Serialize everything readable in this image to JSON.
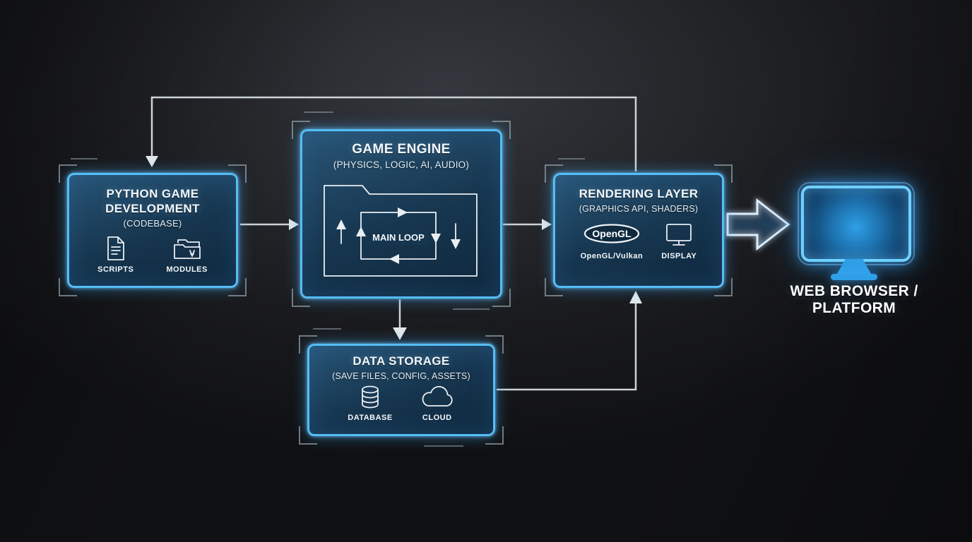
{
  "nodes": {
    "python": {
      "title": "PYTHON GAME DEVELOPMENT",
      "subtitle": "(CODEBASE)",
      "items": [
        {
          "label": "SCRIPTS",
          "icon": "document-icon"
        },
        {
          "label": "MODULES",
          "icon": "folder-icon"
        }
      ]
    },
    "engine": {
      "title": "GAME ENGINE",
      "subtitle": "(PHYSICS, LOGIC, AI, AUDIO)",
      "loop_label": "MAIN LOOP"
    },
    "rendering": {
      "title": "RENDERING LAYER",
      "subtitle": "(GRAPHICS API, SHADERS)",
      "opengl_logo_text": "OpenGL",
      "items": [
        {
          "label": "OpenGL/Vulkan",
          "icon": "opengl-logo"
        },
        {
          "label": "DISPLAY",
          "icon": "monitor-icon"
        }
      ]
    },
    "storage": {
      "title": "DATA STORAGE",
      "subtitle": "(SAVE FILES, CONFIG, ASSETS)",
      "items": [
        {
          "label": "DATABASE",
          "icon": "database-icon"
        },
        {
          "label": "CLOUD",
          "icon": "cloud-icon"
        }
      ]
    },
    "output": {
      "line1": "WEB BROWSER /",
      "line2": "PLATFORM"
    }
  },
  "edges": [
    {
      "from": "PYTHON GAME DEVELOPMENT",
      "to": "GAME ENGINE"
    },
    {
      "from": "GAME ENGINE",
      "to": "RENDERING LAYER"
    },
    {
      "from": "GAME ENGINE",
      "to": "DATA STORAGE"
    },
    {
      "from": "DATA STORAGE",
      "to": "RENDERING LAYER"
    },
    {
      "from": "RENDERING LAYER",
      "to": "PYTHON GAME DEVELOPMENT"
    },
    {
      "from": "RENDERING LAYER",
      "to": "WEB BROWSER / PLATFORM"
    }
  ],
  "colors": {
    "accent": "#55bdf6",
    "box_fill": "#16364f",
    "arrow": "#ccd3d8",
    "glow": "#40a8f0"
  }
}
